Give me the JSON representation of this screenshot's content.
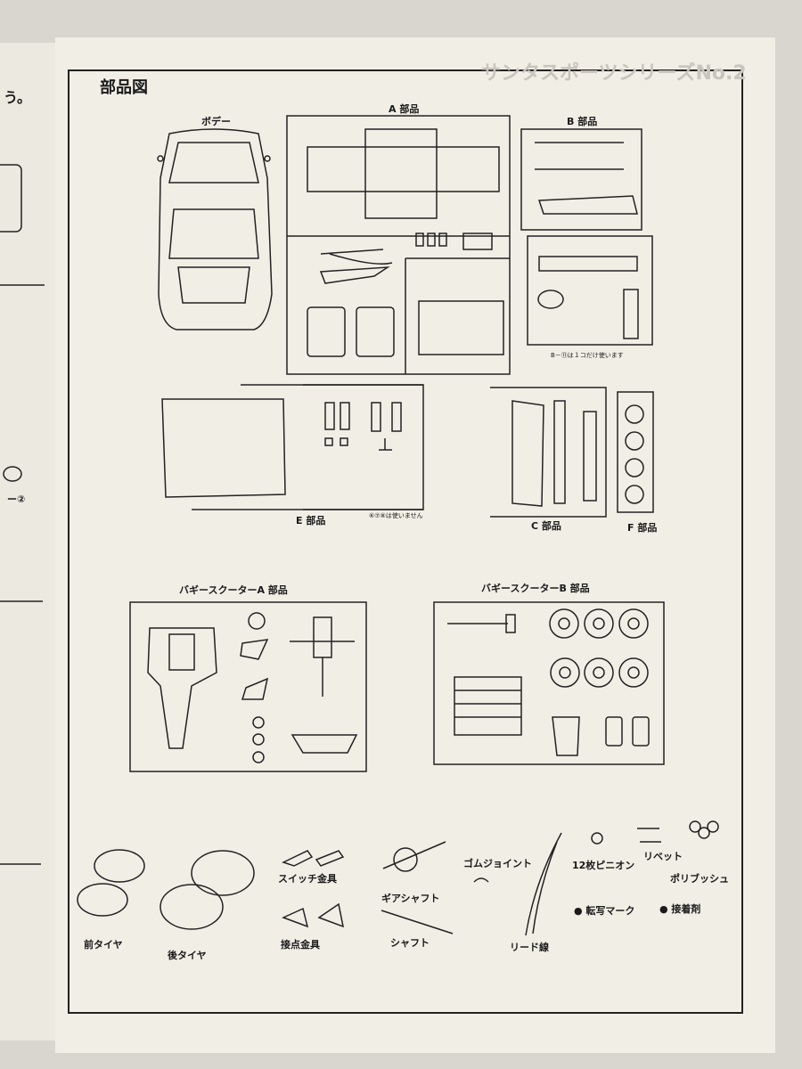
{
  "left_page": {
    "text_ra": "う。",
    "part_ref": "ー②"
  },
  "page": {
    "heading": "部品図",
    "background_title": "サンタスポーツシリーズNo.2"
  },
  "sections": {
    "body": "ボデー",
    "a": "A 部品",
    "b": "B 部品",
    "b_note": "B－⑪は１コだけ使います",
    "e": "E 部品",
    "e_note": "⑥⑦⑧は使いません",
    "c": "C 部品",
    "f": "F 部品",
    "buggy_a": "バギースクーターA 部品",
    "buggy_b": "バギースクーターB 部品"
  },
  "parts": {
    "front_tire": "前タイヤ",
    "rear_tire": "後タイヤ",
    "switch_bracket": "スイッチ金具",
    "contact_bracket": "接点金具",
    "gear_shaft": "ギアシャフト",
    "shaft": "シャフト",
    "rubber_joint": "ゴムジョイント",
    "lead_wire": "リード線",
    "pinion": "12枚ピニオン",
    "rivet": "リベット",
    "poly_bush": "ポリブッシュ",
    "decal": "● 転写マーク",
    "adhesive": "● 接着剤"
  },
  "colors": {
    "paper": "#f1eee6",
    "ink": "#1a1a1a",
    "background": "#d9d6cf"
  }
}
